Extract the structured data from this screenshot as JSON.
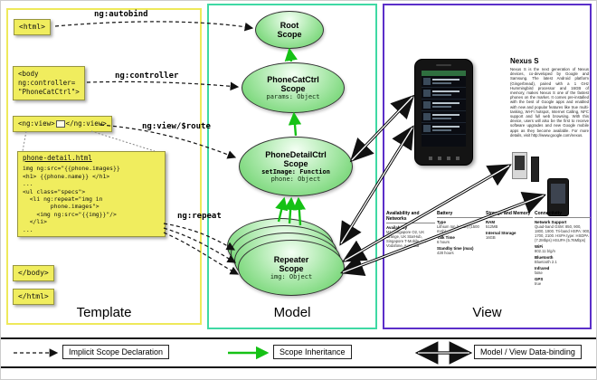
{
  "panels": {
    "template": "Template",
    "model": "Model",
    "view": "View"
  },
  "code": {
    "html_open": "<html>",
    "body_open": [
      "<body",
      "ng:controller=",
      "\"PhoneCatCtrl\">"
    ],
    "ngview_open": "<ng:view>",
    "ngview_close": "</ng:view>",
    "detail_title": "phone-detail.html",
    "detail_lines": [
      "img ng:src=\"{{phone.images}}",
      "<h1> {{phone.name}} </h1>",
      "...",
      "<ul class=\"specs\">",
      "  <li ng:repeat=\"img in",
      "        phone.images\">",
      "    <img ng:src=\"{{img}}\"/>",
      "  </li>",
      "..."
    ],
    "body_close": "</body>",
    "html_close": "</html>"
  },
  "annotations": {
    "autobind": "ng:autobind",
    "controller": "ng:controller",
    "view_route": "ng:view/$route",
    "repeat": "ng:repeat"
  },
  "scopes": {
    "root": {
      "name": "Root",
      "type": "Scope"
    },
    "phonecat": {
      "name": "PhoneCatCtrl",
      "type": "Scope",
      "prop1": "params: Object"
    },
    "phonedetail": {
      "name": "PhoneDetailCtrl",
      "type": "Scope",
      "prop1": "setImage: Function",
      "prop2": "phone: Object"
    },
    "repeater": {
      "name": "Repeater",
      "type": "Scope",
      "prop1": "img: Object"
    }
  },
  "view": {
    "product_title": "Nexus S",
    "description": "Nexus S is the next generation of Nexus devices, co-developed by Google and Samsung. The latest Android platform (Gingerbread), paired with a 1 GHz Hummingbird processor and 16GB of memory, makes Nexus S one of the fastest phones on the market. It comes pre-installed with the best of Google apps and enabled with new and popular features like true multi-tasking, Wi-Fi hotspot, Internet Calling, NFC support and full web browsing. With this device, users will also be the first to receive software upgrades and new Google mobile apps as they become available. For more details, visit http://www.google.com/nexus.",
    "specs": [
      {
        "header": "Availability and Networks",
        "rows": [
          {
            "label": "Availability",
            "value": "M1, Singapore O2, UK Orange, UK StarHub, Singapore T-Mobile, US Vodafone, Australia"
          }
        ]
      },
      {
        "header": "Battery",
        "rows": [
          {
            "label": "Type",
            "value": "Lithium Ion (Li-Ion) (1500 mAh)"
          },
          {
            "label": "Talk Time",
            "value": "6 hours"
          },
          {
            "label": "Standby time (max)",
            "value": "428 hours"
          }
        ]
      },
      {
        "header": "Storage and Memory",
        "rows": [
          {
            "label": "RAM",
            "value": "512MB"
          },
          {
            "label": "Internal Storage",
            "value": "16GB"
          }
        ]
      },
      {
        "header": "Connectivity",
        "rows": [
          {
            "label": "Network Support",
            "value": "Quad-band GSM: 850, 900, 1800, 1900. Tri-band HSPA: 900, 1700, 2100. HSPA type: HSDPA (7.2Mbps) HSUPA (5.76Mbps)"
          },
          {
            "label": "WiFi",
            "value": "802.11 b/g/n"
          },
          {
            "label": "Bluetooth",
            "value": "Bluetooth 2.1"
          },
          {
            "label": "Infrared",
            "value": "false"
          },
          {
            "label": "GPS",
            "value": "true"
          }
        ]
      }
    ]
  },
  "legend": {
    "implicit": "Implicit Scope Declaration",
    "inheritance": "Scope Inheritance",
    "binding": "Model / View Data-binding"
  }
}
